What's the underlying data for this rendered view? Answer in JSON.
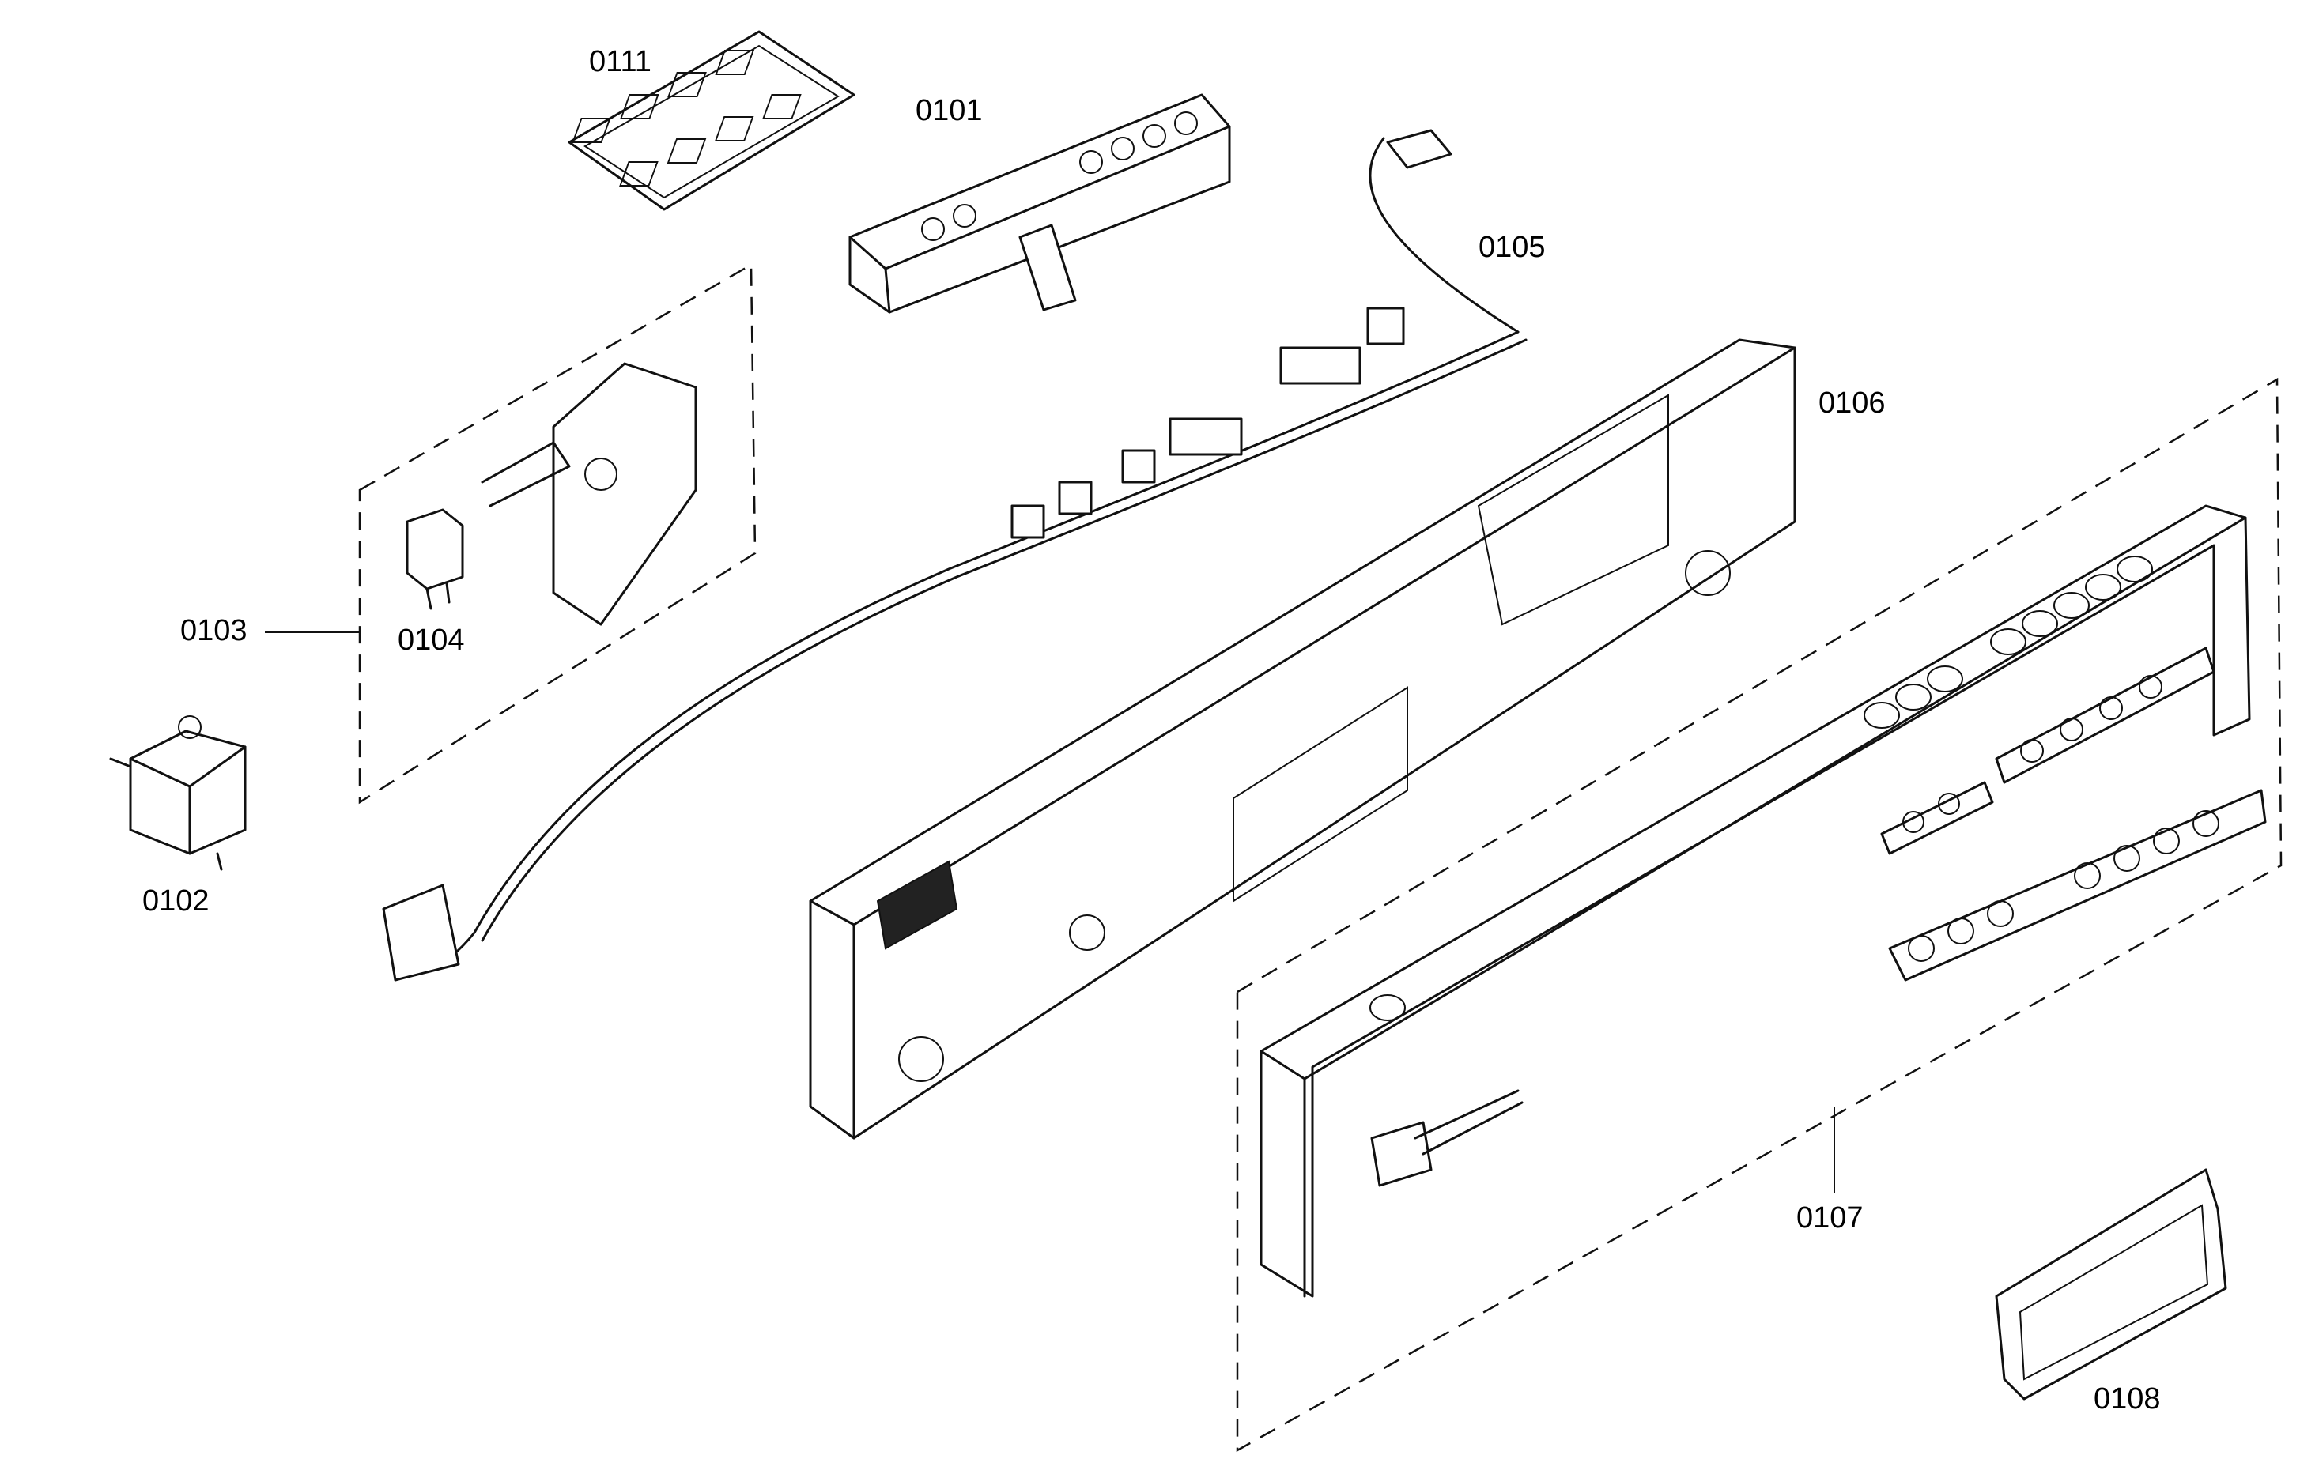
{
  "parts": [
    {
      "id": "p0111",
      "label": "0111"
    },
    {
      "id": "p0101",
      "label": "0101"
    },
    {
      "id": "p0105",
      "label": "0105"
    },
    {
      "id": "p0106",
      "label": "0106"
    },
    {
      "id": "p0103",
      "label": "0103"
    },
    {
      "id": "p0104",
      "label": "0104"
    },
    {
      "id": "p0102",
      "label": "0102"
    },
    {
      "id": "p0107",
      "label": "0107"
    },
    {
      "id": "p0108",
      "label": "0108"
    }
  ]
}
